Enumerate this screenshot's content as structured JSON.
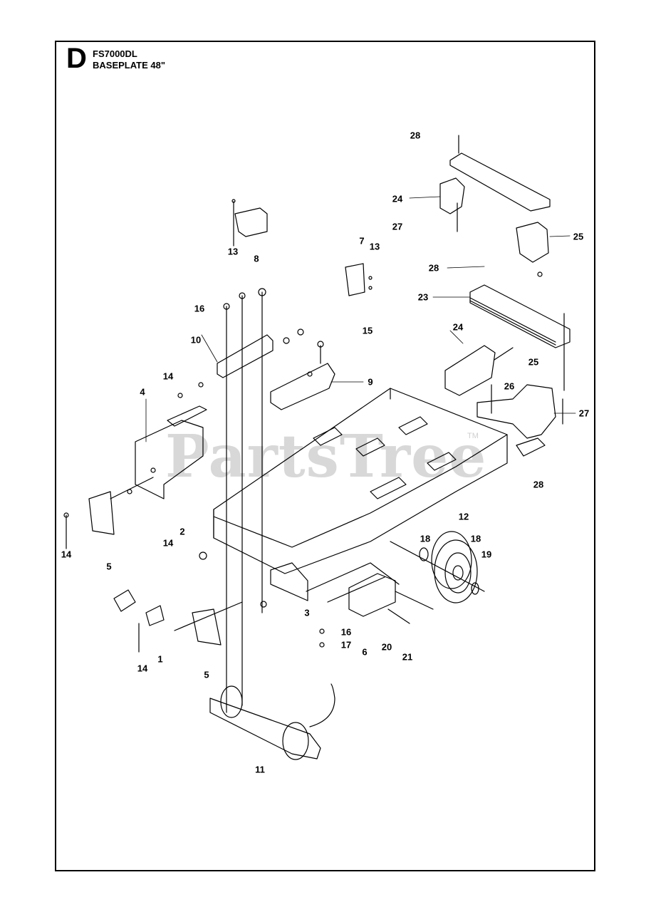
{
  "header": {
    "section_letter": "D",
    "model": "FS7000DL",
    "assembly": "BASEPLATE 48\""
  },
  "watermark": {
    "text": "PartsTree",
    "trademark": "TM"
  },
  "callouts": [
    {
      "label": "28"
    },
    {
      "label": "24"
    },
    {
      "label": "27"
    },
    {
      "label": "25"
    },
    {
      "label": "13"
    },
    {
      "label": "8"
    },
    {
      "label": "7"
    },
    {
      "label": "13"
    },
    {
      "label": "28"
    },
    {
      "label": "23"
    },
    {
      "label": "16"
    },
    {
      "label": "10"
    },
    {
      "label": "15"
    },
    {
      "label": "24"
    },
    {
      "label": "25"
    },
    {
      "label": "14"
    },
    {
      "label": "9"
    },
    {
      "label": "26"
    },
    {
      "label": "4"
    },
    {
      "label": "27"
    },
    {
      "label": "28"
    },
    {
      "label": "14"
    },
    {
      "label": "2"
    },
    {
      "label": "14"
    },
    {
      "label": "12"
    },
    {
      "label": "18"
    },
    {
      "label": "18"
    },
    {
      "label": "19"
    },
    {
      "label": "5"
    },
    {
      "label": "3"
    },
    {
      "label": "16"
    },
    {
      "label": "17"
    },
    {
      "label": "20"
    },
    {
      "label": "6"
    },
    {
      "label": "21"
    },
    {
      "label": "14"
    },
    {
      "label": "1"
    },
    {
      "label": "5"
    },
    {
      "label": "11"
    }
  ]
}
